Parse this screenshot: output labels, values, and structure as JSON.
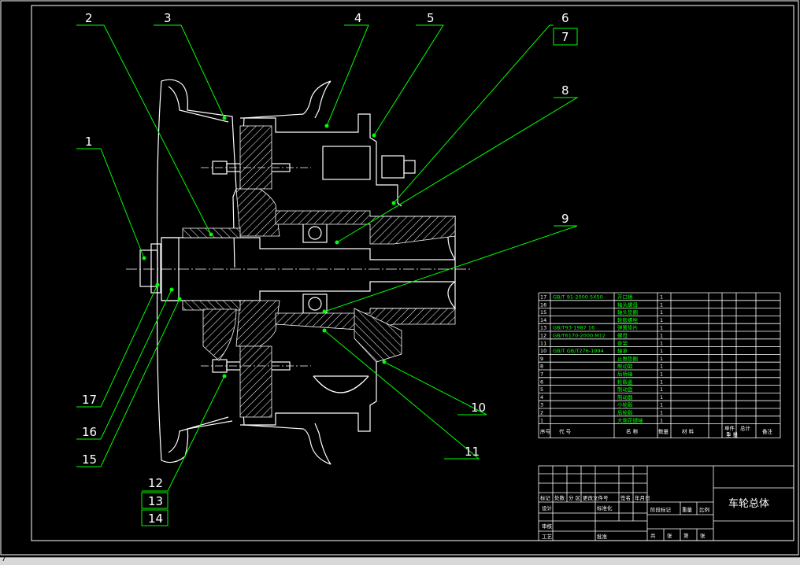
{
  "colors": {
    "background": "#000000",
    "outline": "#ffffff",
    "leader": "#00ff00",
    "text_green": "#00ff00",
    "hatch": "#ffffff"
  },
  "balloons": [
    "1",
    "2",
    "3",
    "4",
    "5",
    "6",
    "7",
    "8",
    "9",
    "10",
    "11",
    "12",
    "13",
    "14",
    "15",
    "16",
    "17"
  ],
  "bom": {
    "rows": [
      {
        "no": "17",
        "code": "GB/T 91-2000 5X50",
        "name": "开口销",
        "qty": "1"
      },
      {
        "no": "16",
        "code": "",
        "name": "轴头螺母",
        "qty": "1"
      },
      {
        "no": "15",
        "code": "",
        "name": "轴头垫圈",
        "qty": "1"
      },
      {
        "no": "14",
        "code": "",
        "name": "轮毂螺栓",
        "qty": "1"
      },
      {
        "no": "13",
        "code": "GB/T93-1987 16",
        "name": "弹簧垫片",
        "qty": "1"
      },
      {
        "no": "12",
        "code": "GB/T6170-2000 M12",
        "name": "螺母",
        "qty": "1"
      },
      {
        "no": "11",
        "code": "",
        "name": "骨架",
        "qty": "1"
      },
      {
        "no": "10",
        "code": "GB/T GB/T276-1994",
        "name": "轴承",
        "qty": "1"
      },
      {
        "no": "9",
        "code": "",
        "name": "止推垫圈",
        "qty": "1"
      },
      {
        "no": "8",
        "code": "",
        "name": "制动鼓",
        "qty": "1"
      },
      {
        "no": "7",
        "code": "",
        "name": "后桥轴",
        "qty": "1"
      },
      {
        "no": "6",
        "code": "",
        "name": "轮毂盖",
        "qty": "1"
      },
      {
        "no": "5",
        "code": "",
        "name": "制动盘",
        "qty": "1"
      },
      {
        "no": "4",
        "code": "",
        "name": "制动器",
        "qty": "1"
      },
      {
        "no": "3",
        "code": "",
        "name": "小轮毂",
        "qty": "1"
      },
      {
        "no": "2",
        "code": "",
        "name": "后轮毂",
        "qty": "1"
      },
      {
        "no": "1",
        "code": "",
        "name": "大端花键轴",
        "qty": "1"
      }
    ],
    "header": [
      "序号",
      "代 号",
      "名 称",
      "数量",
      "材 料",
      "单件",
      "总计",
      "备注"
    ],
    "header_sub": "重 量"
  },
  "title_block": {
    "drawing_title": "车轮总体",
    "row_labels": [
      "标记",
      "处数",
      "分 区",
      "更改文件号",
      "签名",
      "年月日"
    ],
    "design": "设计",
    "standard": "标准化",
    "stage": "阶段标记",
    "weight": "重量",
    "scale": "比例",
    "audit": "审核",
    "process": "工艺",
    "approve": "批准",
    "sheets": [
      "共",
      "张",
      "第",
      "张"
    ]
  },
  "statusbar": {
    "text": "7"
  }
}
